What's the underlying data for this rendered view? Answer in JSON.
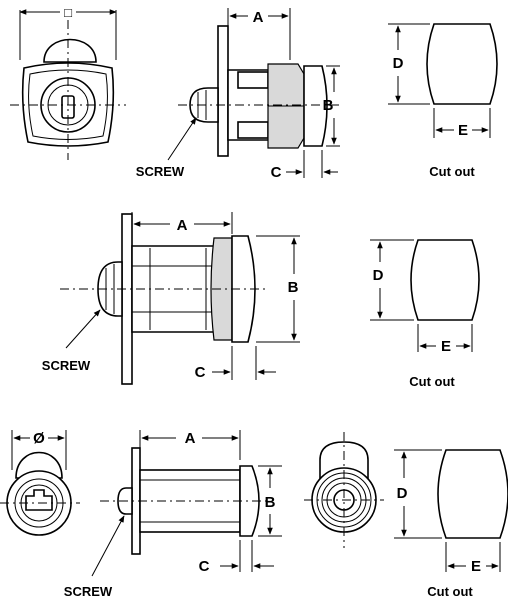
{
  "labels": {
    "dim_a": "A",
    "dim_b": "B",
    "dim_c": "C",
    "dim_d": "D",
    "dim_e": "E",
    "screw": "SCREW",
    "cut_out": "Cut out",
    "square_symbol": "□",
    "diameter_symbol": "Ø"
  }
}
